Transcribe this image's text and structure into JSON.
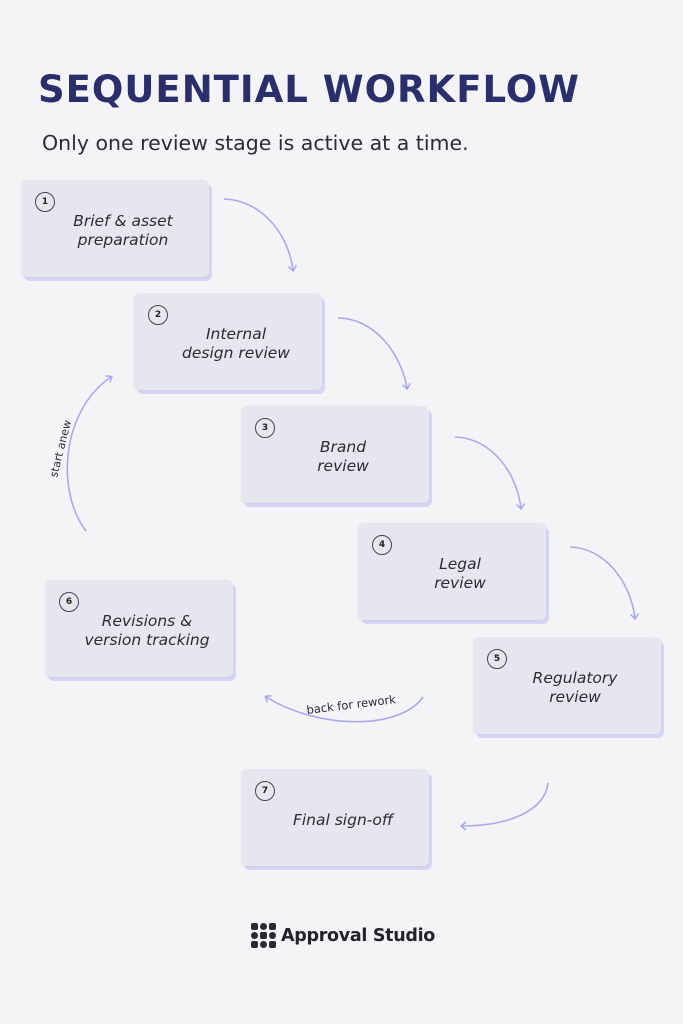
{
  "title": "SEQUENTIAL WORKFLOW",
  "subtitle": "Only one review stage is active at a time.",
  "steps": [
    {
      "number": "1",
      "label": "Brief & asset\npreparation"
    },
    {
      "number": "2",
      "label": "Internal\ndesign review"
    },
    {
      "number": "3",
      "label": "Brand\nreview"
    },
    {
      "number": "4",
      "label": "Legal\nreview"
    },
    {
      "number": "5",
      "label": "Regulatory\nreview"
    },
    {
      "number": "6",
      "label": "Revisions &\nversion tracking"
    },
    {
      "number": "7",
      "label": "Final sign-off"
    }
  ],
  "annotations": {
    "start_anew": "start anew",
    "back_for_rework": "back for rework"
  },
  "brand": {
    "name": "Approval Studio",
    "logo_icon": "approval-studio-logo-icon"
  },
  "colors": {
    "title": "#2a2f6b",
    "arrow": "#a9a9ee",
    "card": "#e6e6ee"
  }
}
